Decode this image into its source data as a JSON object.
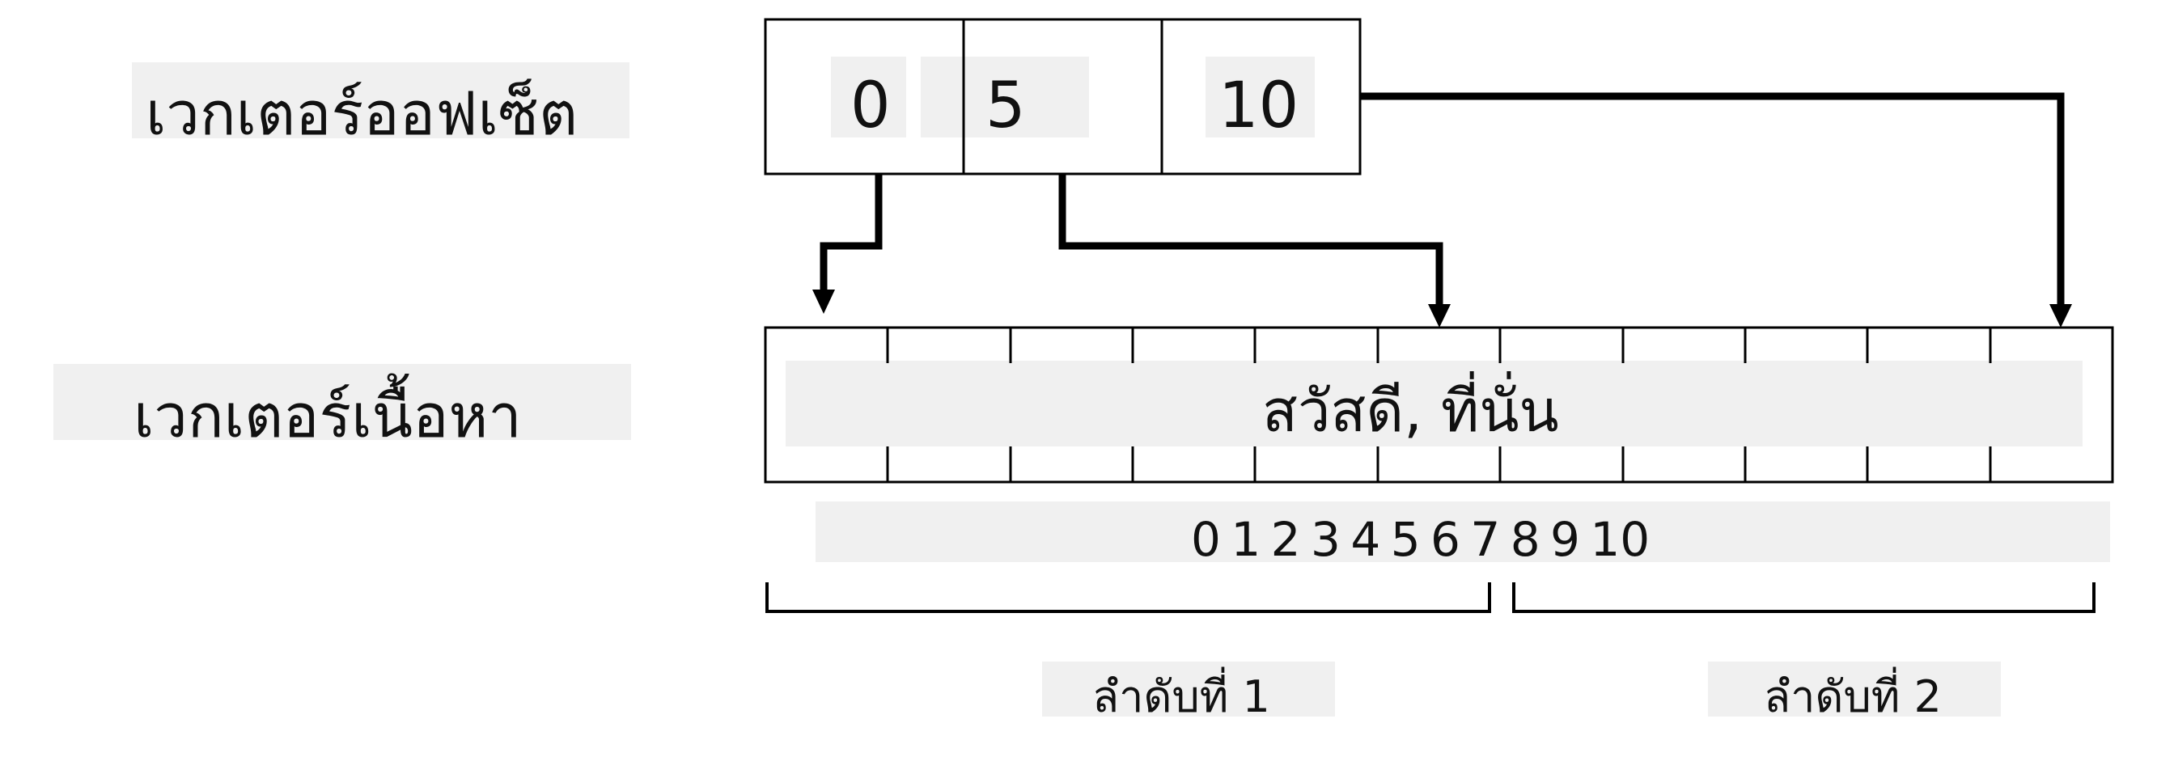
{
  "labels": {
    "offset_vector": "เวกเตอร์ออฟเซ็ต",
    "content_vector": "เวกเตอร์เนื้อหา"
  },
  "offsets": [
    "0",
    "5",
    "10"
  ],
  "content_text": "สวัสดี, ที่นั่น",
  "indices": "0 1 2 3 4 5 6 7 8 9 10",
  "sequences": [
    "ลำดับที่ 1",
    "ลำดับที่ 2"
  ],
  "colors": {
    "label_background": "#f0f0f0",
    "line": "#000000"
  }
}
